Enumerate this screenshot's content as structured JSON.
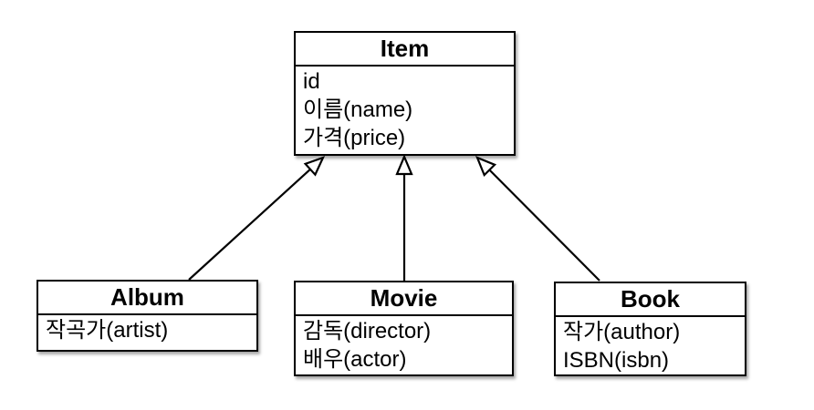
{
  "diagram": {
    "type": "uml-class-diagram",
    "classes": [
      {
        "name": "Item",
        "attributes": [
          "id",
          "이름(name)",
          "가격(price)"
        ]
      },
      {
        "name": "Album",
        "attributes": [
          "작곡가(artist)"
        ]
      },
      {
        "name": "Movie",
        "attributes": [
          "감독(director)",
          "배우(actor)"
        ]
      },
      {
        "name": "Book",
        "attributes": [
          "작가(author)",
          "ISBN(isbn)"
        ]
      }
    ],
    "relations": [
      {
        "from": "Album",
        "to": "Item",
        "type": "generalization"
      },
      {
        "from": "Movie",
        "to": "Item",
        "type": "generalization"
      },
      {
        "from": "Book",
        "to": "Item",
        "type": "generalization"
      }
    ],
    "colors": {
      "background": "#ffffff",
      "box_fill": "#ffffff",
      "border": "#000000",
      "text": "#000000"
    }
  }
}
